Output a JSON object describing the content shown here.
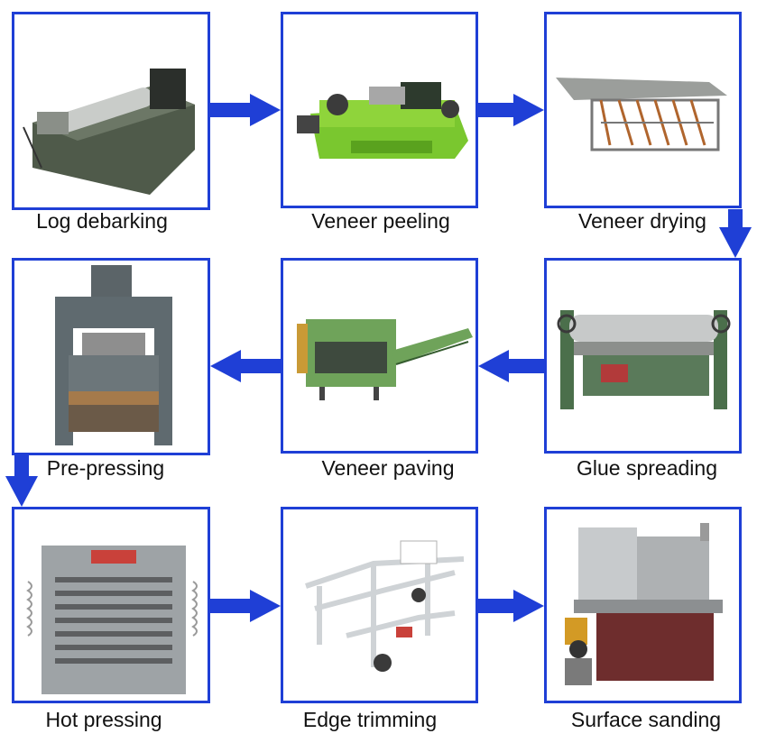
{
  "colors": {
    "frame": "#1f3fd6",
    "arrow": "#1f3fd6",
    "text": "#111111"
  },
  "steps": [
    {
      "label": "Log debarking",
      "icon": "log-debarker-machine-icon"
    },
    {
      "label": "Veneer peeling",
      "icon": "veneer-peeling-lathe-icon"
    },
    {
      "label": "Veneer drying",
      "icon": "veneer-drying-rack-icon"
    },
    {
      "label": "Glue spreading",
      "icon": "glue-spreader-machine-icon"
    },
    {
      "label": "Veneer paving",
      "icon": "veneer-paving-line-icon"
    },
    {
      "label": "Pre-pressing",
      "icon": "pre-press-machine-icon"
    },
    {
      "label": "Hot pressing",
      "icon": "hot-press-machine-icon"
    },
    {
      "label": "Edge trimming",
      "icon": "edge-trimming-saw-icon"
    },
    {
      "label": "Surface sanding",
      "icon": "sanding-machine-icon"
    }
  ]
}
